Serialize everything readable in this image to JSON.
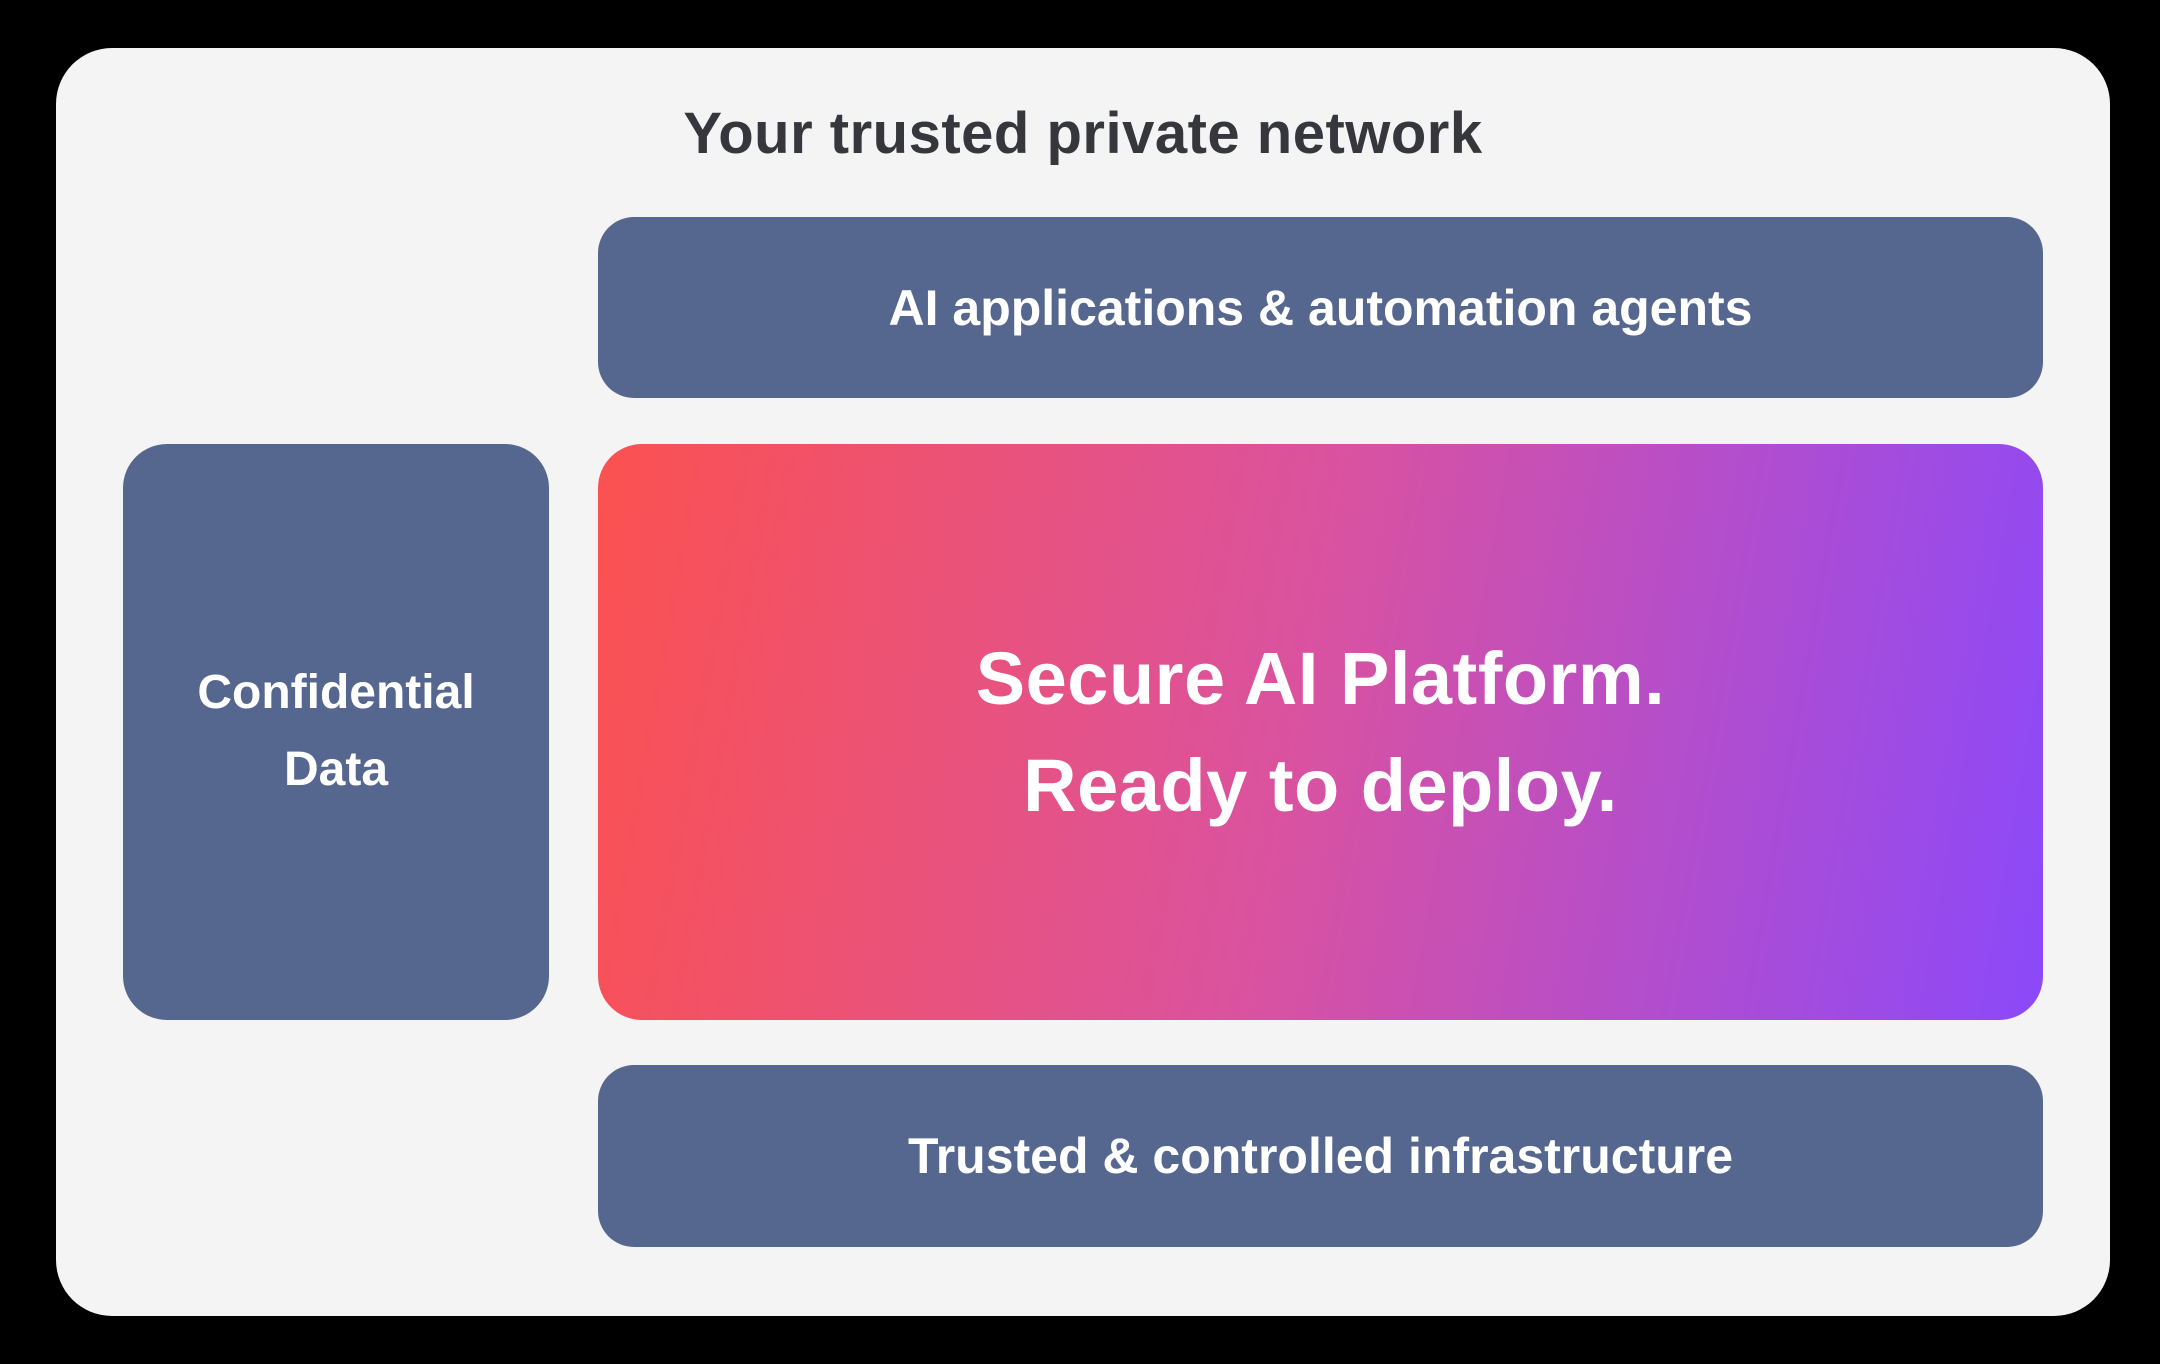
{
  "diagram": {
    "title": "Your trusted private network",
    "top_bar_label": "AI applications & automation agents",
    "left_box_label": "Confidential Data",
    "center_box_line1": "Secure AI Platform.",
    "center_box_line2": "Ready to deploy.",
    "bottom_bar_label": "Trusted & controlled infrastructure",
    "colors": {
      "page_background": "#000000",
      "card_background": "#f4f4f5",
      "slate_box": "#56678f",
      "title_text": "#36373c",
      "box_text": "#ffffff",
      "gradient_start": "#fb5150",
      "gradient_mid": "#da529f",
      "gradient_end": "#8b49fa"
    }
  }
}
